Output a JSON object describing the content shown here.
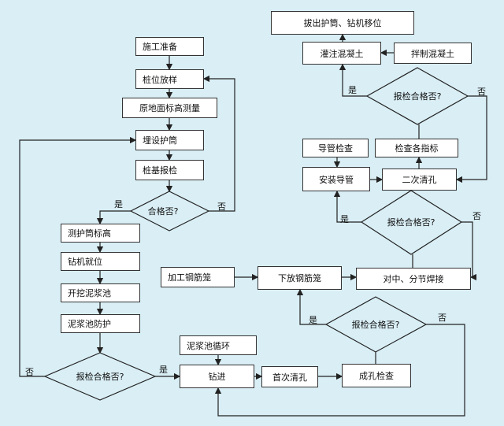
{
  "nodes": {
    "construction_prep": "施工准备",
    "pile_layout": "桩位放样",
    "ground_elevation": "原地面标高测量",
    "bury_casing": "埋设护筒",
    "pile_base_check": "桩基报检",
    "check_pass_1": "合格否?",
    "measure_casing_elev": "测护筒标高",
    "rig_position": "钻机就位",
    "dig_mud_pit": "开挖泥浆池",
    "mud_pit_protect": "泥浆池防护",
    "check_pass_2": "报检合格否?",
    "mud_circulation": "泥浆池循环",
    "drilling": "钻进",
    "first_cleaning": "首次清孔",
    "hole_check": "成孔检查",
    "check_pass_3": "报检合格否?",
    "process_rebar_cage": "加工钢筋笼",
    "lower_rebar_cage": "下放钢筋笼",
    "align_weld": "对中、分节焊接",
    "check_pass_4": "报检合格否?",
    "install_tremie": "安装导管",
    "second_cleaning": "二次清孔",
    "tremie_check": "导管检查",
    "check_indicators": "检查各指标",
    "check_pass_5": "报检合格否?",
    "pour_concrete": "灌注混凝土",
    "mix_concrete": "拌制混凝土",
    "pull_out": "拔出护筒、钻机移位"
  },
  "labels": {
    "yes": "是",
    "no": "否"
  }
}
